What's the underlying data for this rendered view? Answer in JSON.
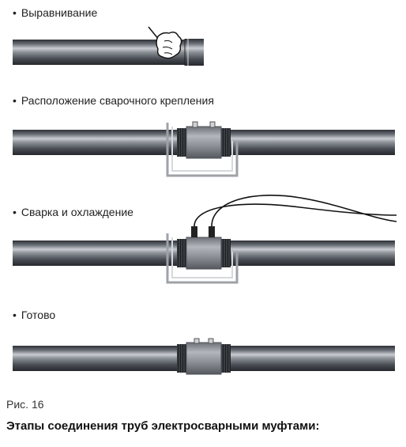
{
  "steps": [
    {
      "label": "Выравнивание",
      "stage": "align"
    },
    {
      "label": "Расположение сварочного крепления",
      "stage": "clamp"
    },
    {
      "label": "Сварка и охлаждение",
      "stage": "weld"
    },
    {
      "label": "Готово",
      "stage": "done"
    }
  ],
  "bullet": "•",
  "caption": "Рис. 16",
  "title": "Этапы соединения труб электросварными муфтами:",
  "colors": {
    "pipe_dark": "#3c3f45",
    "pipe_mid": "#7b8088",
    "pipe_light": "#c9ccd1",
    "coupling": "#9a9fa6",
    "clamp": "#b9bcc0",
    "cable": "#1a1a1a"
  }
}
